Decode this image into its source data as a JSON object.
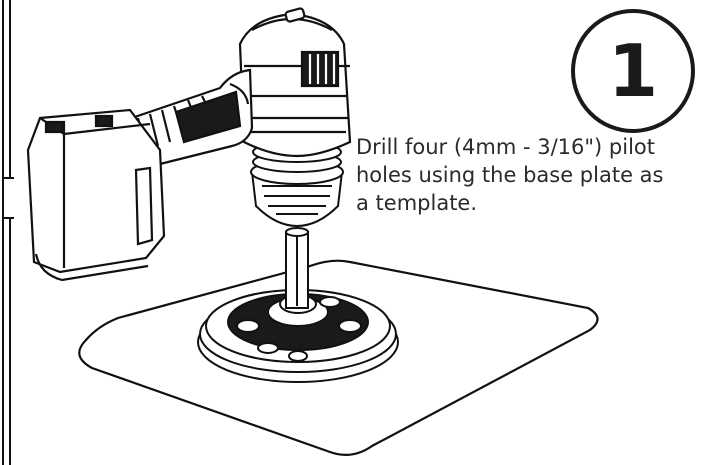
{
  "step": {
    "number": "1",
    "instruction_lines": [
      "Drill four (4mm - 3/16\") pilot",
      "holes using the base plate as",
      "a template."
    ]
  },
  "colors": {
    "line": "#111111",
    "fill": "#ffffff",
    "dark_fill": "#1a1a1a"
  },
  "icons": {
    "illustration": "cordless-drill-over-base-plate"
  }
}
